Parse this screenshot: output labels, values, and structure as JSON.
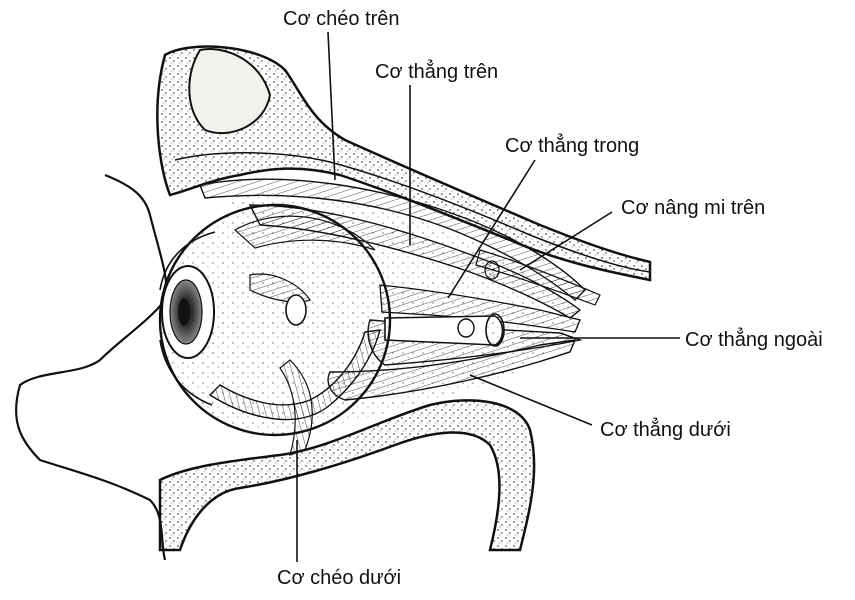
{
  "diagram": {
    "labels": {
      "superior_oblique": "Cơ chéo trên",
      "superior_rectus": "Cơ thẳng trên",
      "medial_rectus": "Cơ thẳng trong",
      "levator_palpebrae": "Cơ nâng mi trên",
      "lateral_rectus": "Cơ thẳng ngoài",
      "inferior_rectus": "Cơ thẳng dưới",
      "inferior_oblique": "Cơ chéo dưới"
    },
    "colors": {
      "ink": "#111111",
      "background": "#ffffff",
      "bone_fill": "#e9e6e0"
    }
  }
}
